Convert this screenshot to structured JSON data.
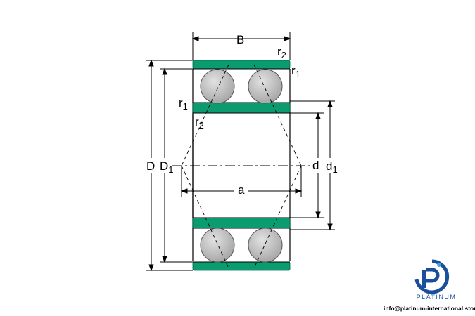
{
  "diagram": {
    "labels": {
      "B": "B",
      "r": "r",
      "sub_1": "1",
      "sub_2": "2",
      "D": "D",
      "D1": "D",
      "d": "d",
      "d1": "d",
      "a": "a"
    },
    "colors": {
      "ring": "#0a9c6e",
      "ball": "#c4c4c4",
      "line": "#000000"
    }
  },
  "brand": {
    "name": "PLATINUM",
    "email": "info@platinum-international.store",
    "logo_icon": "platinum-p-logo-icon",
    "colors": {
      "blue": "#1a4f9c",
      "light_blue": "#4a9fe0"
    }
  }
}
